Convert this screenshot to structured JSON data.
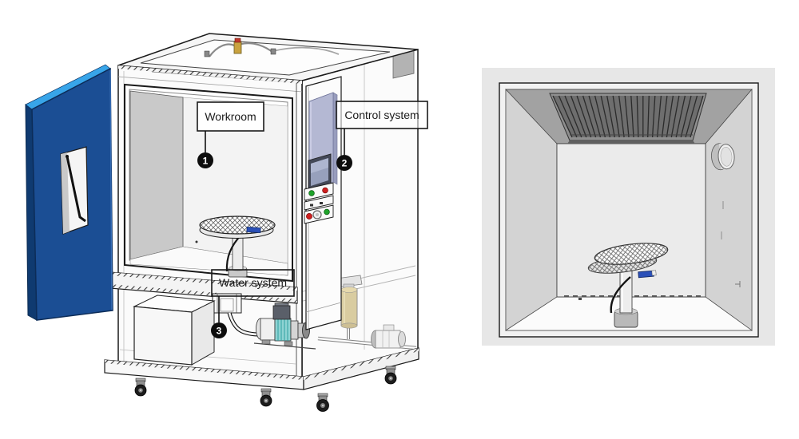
{
  "diagram": {
    "callouts": [
      {
        "number": "1",
        "label": "Workroom"
      },
      {
        "number": "2",
        "label": "Control system"
      },
      {
        "number": "3",
        "label": "Water system"
      }
    ],
    "colors": {
      "door_blue": "#1b4e94",
      "door_top_highlight": "#38a5e9",
      "door_side_dark": "#0f3a70",
      "pump_teal": "#8fd3d3",
      "filter_yellow": "#c7b168",
      "connector_blue": "#2b50b8",
      "button_green": "#1fa32a",
      "button_red": "#d01f1f",
      "callout_black": "#0d0d0d",
      "interior_panel_background": "#e7e7e7",
      "control_glass": "#b4b8d3"
    }
  }
}
